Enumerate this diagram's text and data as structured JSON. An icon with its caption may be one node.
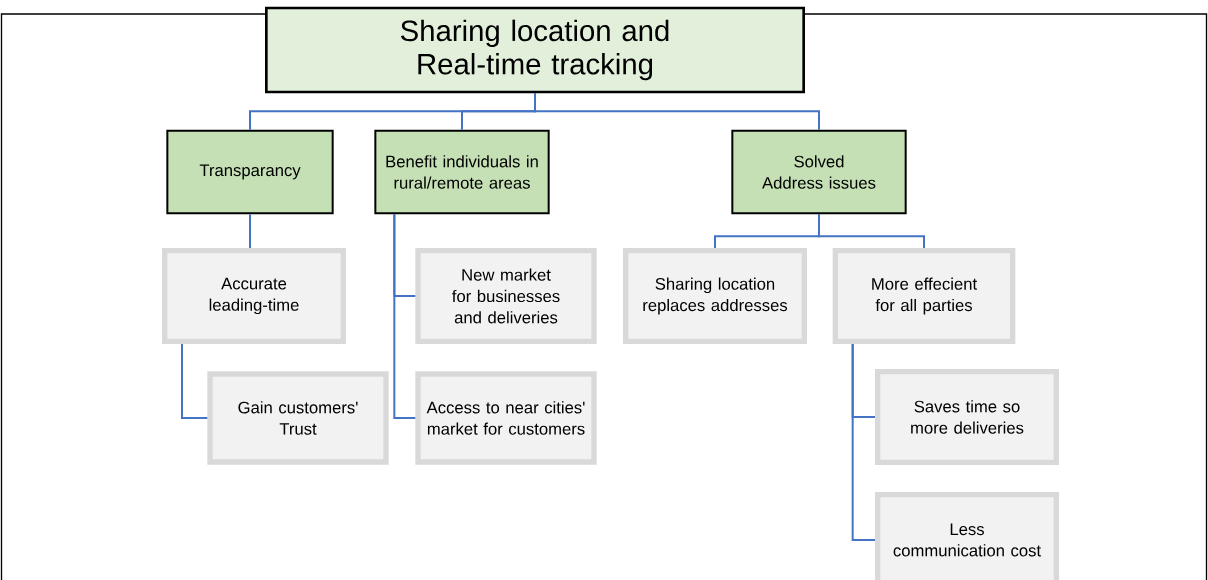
{
  "diagram": {
    "nodes": [
      {
        "text": [
          "Sharing location and Real-time tracking"
        ]
      },
      {
        "text": [
          "Transparancy"
        ]
      },
      {
        "text": [
          "Benefit individuals in rural/remote areas"
        ]
      },
      {
        "text": [
          "Solved Address issues"
        ]
      },
      {
        "text": [
          "Accurate leading-time"
        ]
      },
      {
        "text": [
          "Gain customers' Trust"
        ]
      },
      {
        "text": [
          "New market for businesses and deliveries"
        ]
      },
      {
        "text": [
          "Access to near cities' market for customers"
        ]
      },
      {
        "text": [
          "Sharing location replaces addresses"
        ]
      },
      {
        "text": [
          "More effecient for all parties"
        ]
      },
      {
        "text": [
          "Saves time so more deliveries"
        ]
      },
      {
        "text": [
          "Less communication cost"
        ]
      }
    ],
    "edges": [
      {
        "from": 0,
        "to": 1,
        "arrow": "none"
      },
      {
        "from": 0,
        "to": 2,
        "arrow": "none"
      },
      {
        "from": 0,
        "to": 3,
        "arrow": "none"
      },
      {
        "from": 1,
        "to": 4,
        "arrow": "none"
      },
      {
        "from": 4,
        "to": 5,
        "arrow": "none"
      },
      {
        "from": 2,
        "to": 6,
        "arrow": "none"
      },
      {
        "from": 2,
        "to": 7,
        "arrow": "none"
      },
      {
        "from": 3,
        "to": 8,
        "arrow": "none"
      },
      {
        "from": 3,
        "to": 9,
        "arrow": "none"
      },
      {
        "from": 9,
        "to": 10,
        "arrow": "none"
      },
      {
        "from": 9,
        "to": 11,
        "arrow": "none"
      }
    ]
  }
}
